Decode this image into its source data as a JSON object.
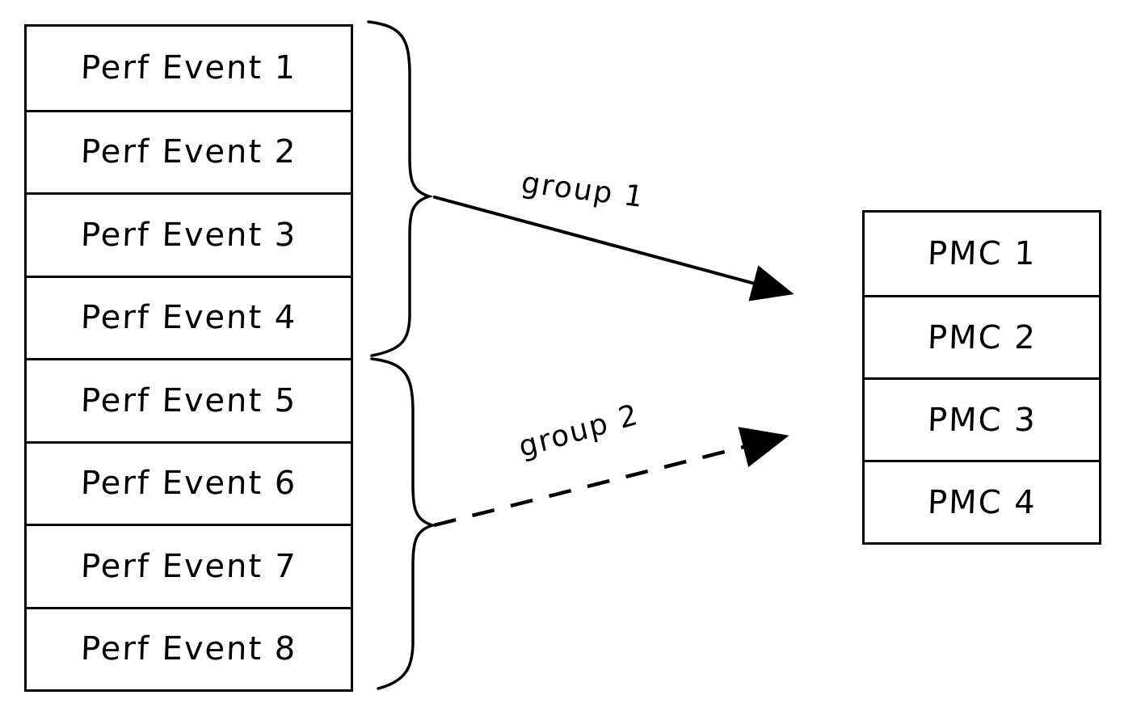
{
  "canvas": {
    "background": "#ffffff",
    "stroke_color": "#000000"
  },
  "perf_events": {
    "items": [
      "Perf Event 1",
      "Perf Event 2",
      "Perf Event 3",
      "Perf Event 4",
      "Perf Event 5",
      "Perf Event 6",
      "Perf Event 7",
      "Perf Event 8"
    ]
  },
  "pmcs": {
    "items": [
      "PMC 1",
      "PMC 2",
      "PMC 3",
      "PMC 4"
    ]
  },
  "arrows": [
    {
      "label": "group 1",
      "line_style": "solid"
    },
    {
      "label": "group 2",
      "line_style": "dashed"
    }
  ]
}
